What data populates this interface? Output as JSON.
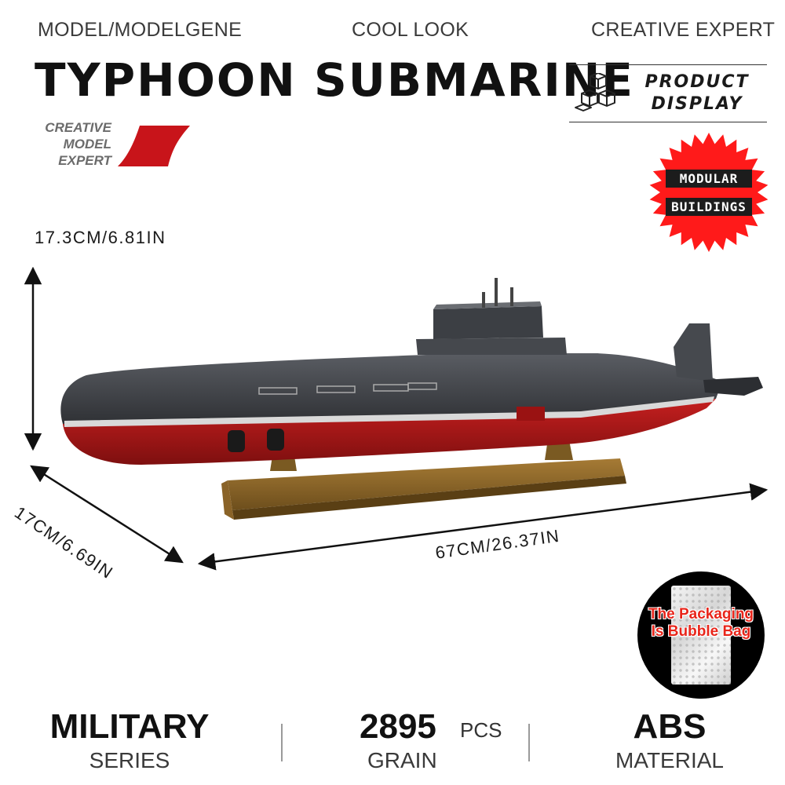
{
  "header": {
    "tag_left": "MODEL/MODELGENE",
    "tag_center": "COOL LOOK",
    "tag_right": "CREATIVE EXPERT",
    "title": "TYPHOON SUBMARINE",
    "brand_lines": [
      "CREATIVE",
      "MODEL",
      "EXPERT"
    ],
    "product_display_lines": [
      "PRODUCT",
      "DISPLAY"
    ]
  },
  "badge": {
    "lines": [
      "MODULAR",
      "BUILDINGS"
    ]
  },
  "dimensions": {
    "height": "17.3CM/6.81IN",
    "depth": "17CM/6.69IN",
    "length": "67CM/26.37IN"
  },
  "packaging": {
    "lines": [
      "The Packaging",
      "Is Bubble Bag"
    ]
  },
  "specs": {
    "series_value": "MILITARY",
    "series_label": "SERIES",
    "grain_value": "2895",
    "grain_unit": "PCS",
    "grain_label": "GRAIN",
    "material_value": "ABS",
    "material_label": "MATERIAL"
  },
  "colors": {
    "hull_dark": "#3d3f44",
    "hull_red": "#b01818",
    "stand_bronze": "#8f6a2c",
    "brand_red": "#c8141a",
    "badge_red": "#ff1a1a"
  }
}
